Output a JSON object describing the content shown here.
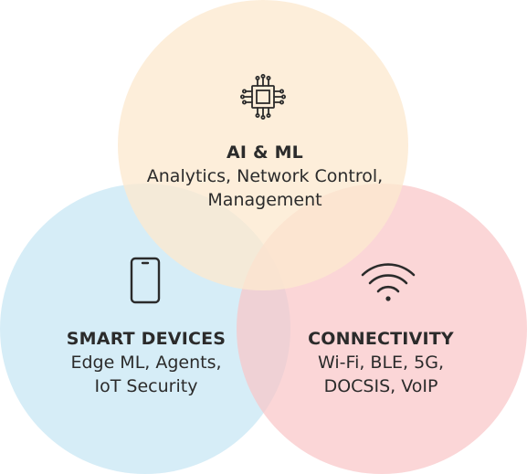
{
  "colors": {
    "ai_circle": "#fde9cf",
    "devices_circle": "#cfeaf6",
    "connectivity_circle": "#f9c4c6",
    "icon_stroke": "#2b2b2b",
    "text": "#2b2b2b"
  },
  "circles": {
    "ai_ml": {
      "title": "AI & ML",
      "line1": "Analytics, Network Control,",
      "line2": "Management",
      "icon": "chip-icon"
    },
    "smart_devices": {
      "title": "SMART DEVICES",
      "line1": "Edge ML, Agents,",
      "line2": "IoT Security",
      "icon": "smartphone-icon"
    },
    "connectivity": {
      "title": "CONNECTIVITY",
      "line1": "Wi-Fi, BLE, 5G,",
      "line2": "DOCSIS, VoIP",
      "icon": "wifi-icon"
    }
  }
}
